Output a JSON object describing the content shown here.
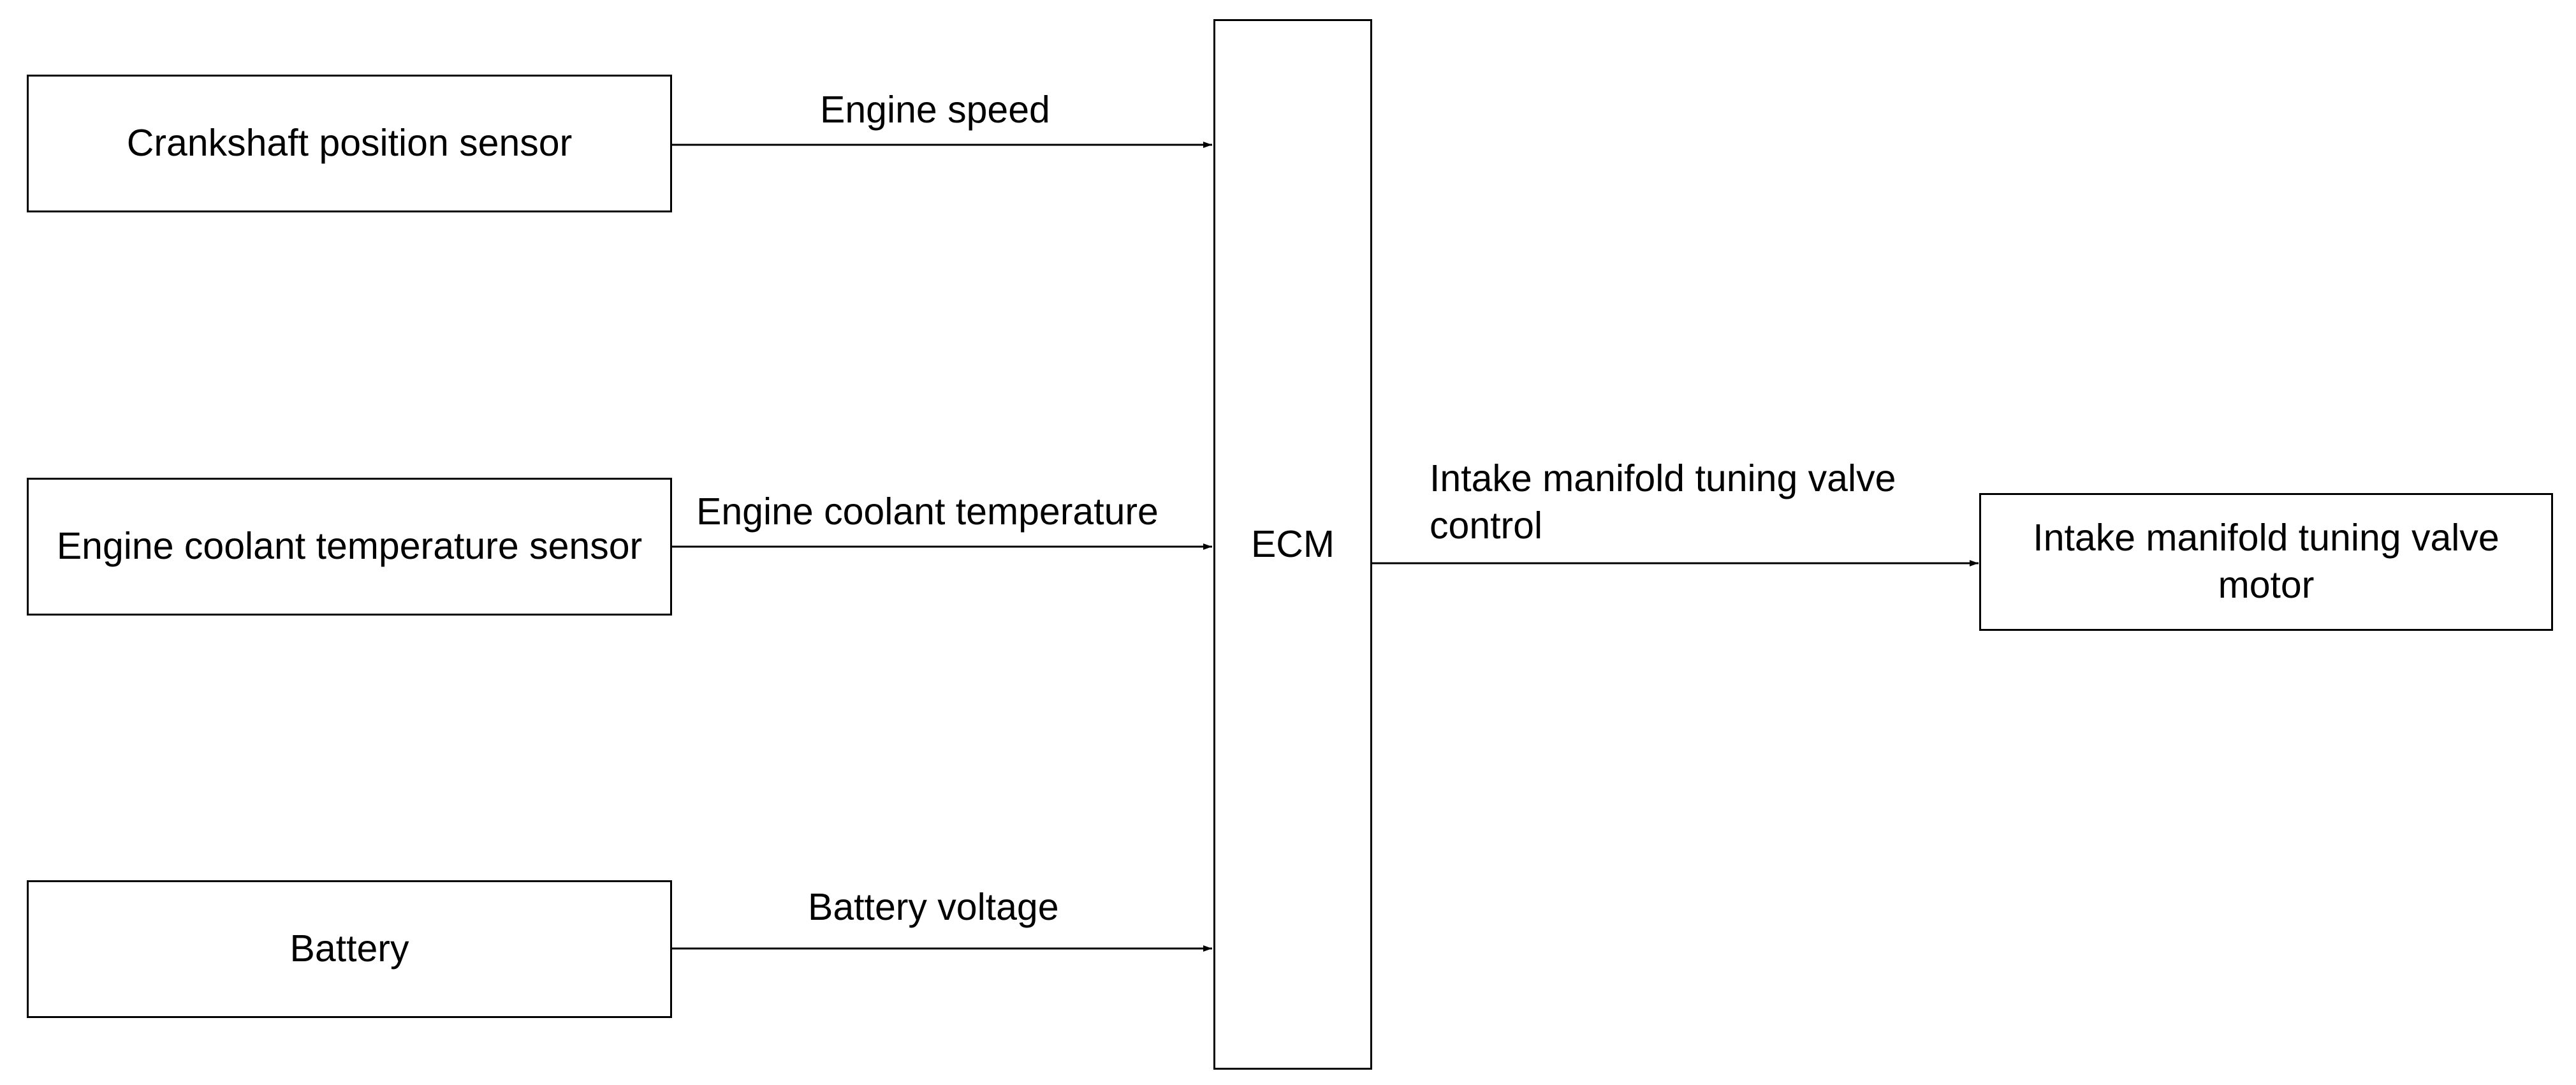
{
  "diagram": {
    "nodes": {
      "crankshaft": "Crankshaft position sensor",
      "coolant_sensor": "Engine coolant temperature sensor",
      "battery": "Battery",
      "ecm": "ECM",
      "valve_motor": "Intake manifold tuning valve motor"
    },
    "signals": {
      "engine_speed": "Engine speed",
      "coolant_temp": "Engine coolant temperature",
      "battery_voltage": "Battery voltage",
      "valve_control": "Intake manifold tuning valve control"
    },
    "colors": {
      "stroke": "#000000",
      "background": "#ffffff"
    }
  }
}
